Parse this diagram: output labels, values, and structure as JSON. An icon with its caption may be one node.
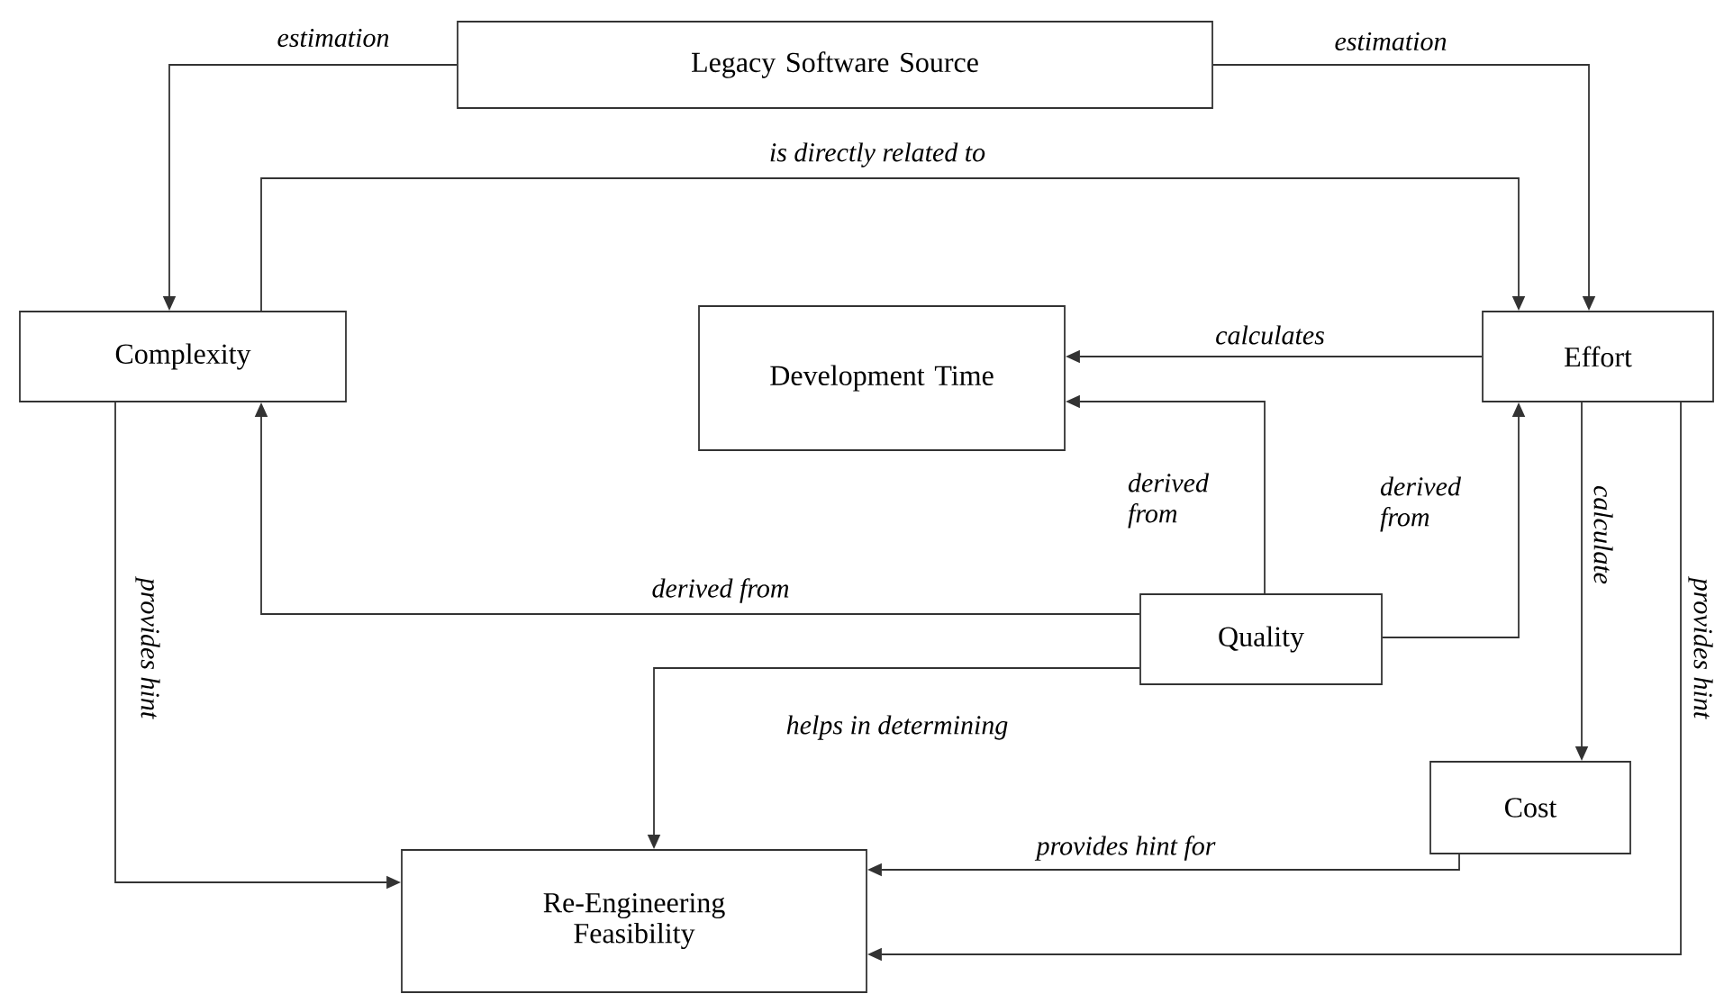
{
  "diagram": {
    "nodes": [
      {
        "text": [
          "Legacy Software Source"
        ]
      },
      {
        "text": [
          "Complexity"
        ]
      },
      {
        "text": [
          "Development Time"
        ]
      },
      {
        "text": [
          "Effort"
        ]
      },
      {
        "text": [
          "Quality"
        ]
      },
      {
        "text": [
          "Cost"
        ]
      },
      {
        "text": [
          "Re-Engineering Feasibility"
        ]
      }
    ],
    "edges": [
      {
        "from": 0,
        "to": 1,
        "arrow": "to",
        "label": "estimation"
      },
      {
        "from": 0,
        "to": 3,
        "arrow": "to",
        "label": "estimation"
      },
      {
        "from": 1,
        "to": 3,
        "arrow": "to",
        "label": "is directly related to"
      },
      {
        "from": 3,
        "to": 2,
        "arrow": "to",
        "label": "calculates"
      },
      {
        "from": 4,
        "to": 2,
        "arrow": "to",
        "label": "derived from"
      },
      {
        "from": 4,
        "to": 3,
        "arrow": "to",
        "label": "derived from"
      },
      {
        "from": 4,
        "to": 1,
        "arrow": "to",
        "label": "derived from"
      },
      {
        "from": 4,
        "to": 6,
        "arrow": "to",
        "label": "helps in determining"
      },
      {
        "from": 1,
        "to": 6,
        "arrow": "to",
        "label": "provides hint"
      },
      {
        "from": 3,
        "to": 5,
        "arrow": "to",
        "label": "calculate"
      },
      {
        "from": 5,
        "to": 6,
        "arrow": "to",
        "label": "provides hint for"
      },
      {
        "from": 3,
        "to": 6,
        "arrow": "to",
        "label": "provides hint"
      }
    ]
  }
}
